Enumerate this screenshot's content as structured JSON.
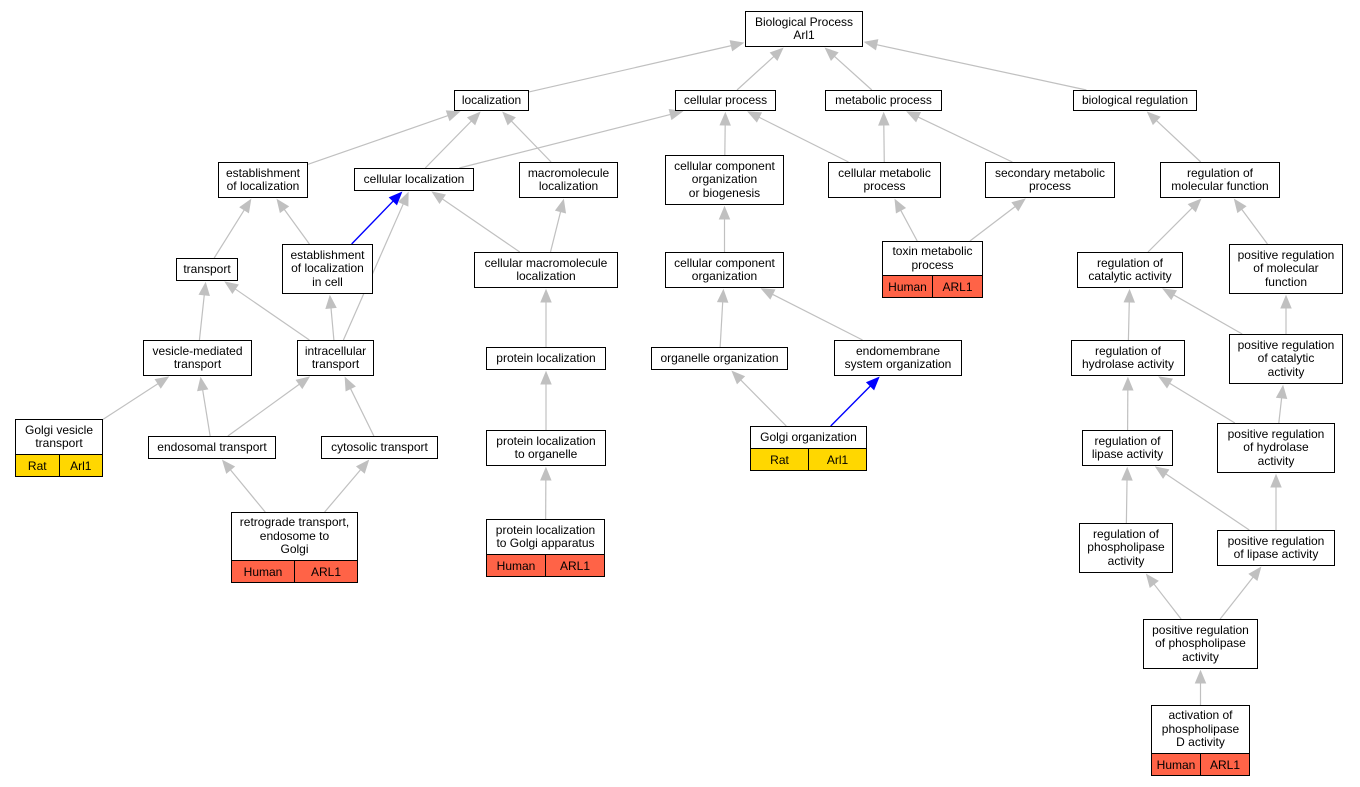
{
  "colors": {
    "edge": "#c0c0c0",
    "highlight_edge": "#0000ff",
    "rat": "#ffd700",
    "human": "#ff6347"
  },
  "nodes": {
    "root": {
      "label": "Biological Process\nArl1"
    },
    "localization": {
      "label": "localization"
    },
    "cellular_process": {
      "label": "cellular process"
    },
    "metabolic_process": {
      "label": "metabolic process"
    },
    "biological_regulation": {
      "label": "biological regulation"
    },
    "establishment_of_localization": {
      "label": "establishment\nof localization"
    },
    "cellular_localization": {
      "label": "cellular localization"
    },
    "macromolecule_localization": {
      "label": "macromolecule\nlocalization"
    },
    "ccob": {
      "label": "cellular component\norganization\nor biogenesis"
    },
    "cellular_metabolic_process": {
      "label": "cellular metabolic\nprocess"
    },
    "secondary_metabolic_process": {
      "label": "secondary metabolic\nprocess"
    },
    "regulation_of_molecular_function": {
      "label": "regulation of\nmolecular function"
    },
    "transport": {
      "label": "transport"
    },
    "est_loc_in_cell": {
      "label": "establishment\nof localization\nin cell"
    },
    "cellular_macromolecule_localization": {
      "label": "cellular macromolecule\nlocalization"
    },
    "cellular_component_organization": {
      "label": "cellular component\norganization"
    },
    "toxin_metabolic_process": {
      "label": "toxin metabolic\nprocess",
      "species": "Human",
      "gene": "ARL1"
    },
    "regulation_of_catalytic_activity": {
      "label": "regulation of\ncatalytic activity"
    },
    "pos_reg_molecular_function": {
      "label": "positive regulation\nof molecular\nfunction"
    },
    "vesicle_mediated_transport": {
      "label": "vesicle-mediated\ntransport"
    },
    "intracellular_transport": {
      "label": "intracellular\ntransport"
    },
    "protein_localization": {
      "label": "protein localization"
    },
    "organelle_organization": {
      "label": "organelle organization"
    },
    "endomembrane_system_organization": {
      "label": "endomembrane\nsystem organization"
    },
    "regulation_of_hydrolase_activity": {
      "label": "regulation of\nhydrolase activity"
    },
    "pos_reg_catalytic_activity": {
      "label": "positive regulation\nof catalytic\nactivity"
    },
    "golgi_vesicle_transport": {
      "label": "Golgi vesicle\ntransport",
      "species": "Rat",
      "gene": "Arl1"
    },
    "endosomal_transport": {
      "label": "endosomal transport"
    },
    "cytosolic_transport": {
      "label": "cytosolic transport"
    },
    "protein_localization_to_organelle": {
      "label": "protein localization\nto organelle"
    },
    "golgi_organization": {
      "label": "Golgi organization",
      "species": "Rat",
      "gene": "Arl1"
    },
    "regulation_of_lipase_activity": {
      "label": "regulation of\nlipase activity"
    },
    "pos_reg_hydrolase_activity": {
      "label": "positive regulation\nof hydrolase\nactivity"
    },
    "retrograde_transport": {
      "label": "retrograde transport,\nendosome to\nGolgi",
      "species": "Human",
      "gene": "ARL1"
    },
    "protein_localization_to_golgi": {
      "label": "protein localization\nto Golgi apparatus",
      "species": "Human",
      "gene": "ARL1"
    },
    "regulation_of_phospholipase_activity": {
      "label": "regulation of\nphospholipase\nactivity"
    },
    "pos_reg_lipase_activity": {
      "label": "positive regulation\nof lipase activity"
    },
    "pos_reg_phospholipase_activity": {
      "label": "positive regulation\nof phospholipase\nactivity"
    },
    "activation_of_phospholipase_d": {
      "label": "activation of\nphospholipase\nD activity",
      "species": "Human",
      "gene": "ARL1"
    }
  },
  "edges": [
    [
      "localization",
      "root"
    ],
    [
      "cellular_process",
      "root"
    ],
    [
      "metabolic_process",
      "root"
    ],
    [
      "biological_regulation",
      "root"
    ],
    [
      "establishment_of_localization",
      "localization"
    ],
    [
      "cellular_localization",
      "localization"
    ],
    [
      "macromolecule_localization",
      "localization"
    ],
    [
      "cellular_localization",
      "cellular_process"
    ],
    [
      "ccob",
      "cellular_process"
    ],
    [
      "cellular_metabolic_process",
      "cellular_process"
    ],
    [
      "cellular_metabolic_process",
      "metabolic_process"
    ],
    [
      "secondary_metabolic_process",
      "metabolic_process"
    ],
    [
      "regulation_of_molecular_function",
      "biological_regulation"
    ],
    [
      "transport",
      "establishment_of_localization"
    ],
    [
      "est_loc_in_cell",
      "establishment_of_localization"
    ],
    [
      "est_loc_in_cell",
      "cellular_localization",
      "highlight"
    ],
    [
      "cellular_macromolecule_localization",
      "cellular_localization"
    ],
    [
      "cellular_macromolecule_localization",
      "macromolecule_localization"
    ],
    [
      "cellular_component_organization",
      "ccob"
    ],
    [
      "toxin_metabolic_process",
      "cellular_metabolic_process"
    ],
    [
      "toxin_metabolic_process",
      "secondary_metabolic_process"
    ],
    [
      "regulation_of_catalytic_activity",
      "regulation_of_molecular_function"
    ],
    [
      "pos_reg_molecular_function",
      "regulation_of_molecular_function"
    ],
    [
      "vesicle_mediated_transport",
      "transport"
    ],
    [
      "intracellular_transport",
      "transport"
    ],
    [
      "intracellular_transport",
      "est_loc_in_cell"
    ],
    [
      "intracellular_transport",
      "cellular_localization"
    ],
    [
      "protein_localization",
      "cellular_macromolecule_localization"
    ],
    [
      "organelle_organization",
      "cellular_component_organization"
    ],
    [
      "endomembrane_system_organization",
      "cellular_component_organization"
    ],
    [
      "regulation_of_hydrolase_activity",
      "regulation_of_catalytic_activity"
    ],
    [
      "pos_reg_catalytic_activity",
      "regulation_of_catalytic_activity"
    ],
    [
      "pos_reg_catalytic_activity",
      "pos_reg_molecular_function"
    ],
    [
      "golgi_vesicle_transport",
      "vesicle_mediated_transport"
    ],
    [
      "endosomal_transport",
      "vesicle_mediated_transport"
    ],
    [
      "endosomal_transport",
      "intracellular_transport"
    ],
    [
      "cytosolic_transport",
      "intracellular_transport"
    ],
    [
      "protein_localization_to_organelle",
      "protein_localization"
    ],
    [
      "golgi_organization",
      "organelle_organization"
    ],
    [
      "golgi_organization",
      "endomembrane_system_organization",
      "highlight"
    ],
    [
      "regulation_of_lipase_activity",
      "regulation_of_hydrolase_activity"
    ],
    [
      "pos_reg_hydrolase_activity",
      "regulation_of_hydrolase_activity"
    ],
    [
      "pos_reg_hydrolase_activity",
      "pos_reg_catalytic_activity"
    ],
    [
      "retrograde_transport",
      "endosomal_transport"
    ],
    [
      "retrograde_transport",
      "cytosolic_transport"
    ],
    [
      "protein_localization_to_golgi",
      "protein_localization_to_organelle"
    ],
    [
      "regulation_of_phospholipase_activity",
      "regulation_of_lipase_activity"
    ],
    [
      "pos_reg_lipase_activity",
      "regulation_of_lipase_activity"
    ],
    [
      "pos_reg_lipase_activity",
      "pos_reg_hydrolase_activity"
    ],
    [
      "pos_reg_phospholipase_activity",
      "regulation_of_phospholipase_activity"
    ],
    [
      "pos_reg_phospholipase_activity",
      "pos_reg_lipase_activity"
    ],
    [
      "activation_of_phospholipase_d",
      "pos_reg_phospholipase_activity"
    ]
  ]
}
